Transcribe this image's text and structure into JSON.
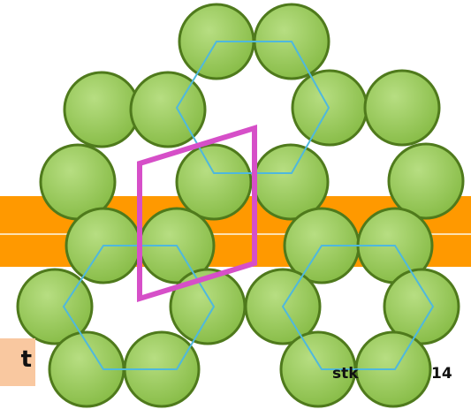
{
  "colors": {
    "band": "#ff9900",
    "band_line": "#fce1b0",
    "sphere_fill": "#9ccc5a",
    "sphere_stroke": "#4f7a1c",
    "hexagon_stroke": "#4fb8dd",
    "unit_cell_stroke": "#d64fc8",
    "label_box": "#f9c8a0"
  },
  "left_label": "t",
  "footer": {
    "author_fragment": "stk",
    "page_number": "14"
  }
}
